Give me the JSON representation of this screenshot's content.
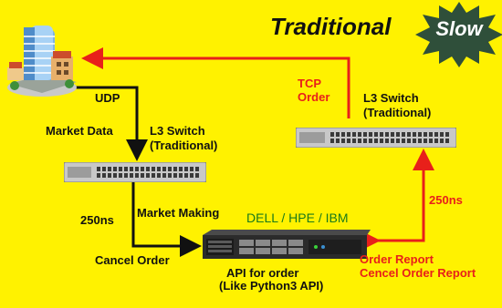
{
  "header": {
    "title": "Traditional",
    "badge": "Slow"
  },
  "labels": {
    "udp": "UDP",
    "market_data": "Market Data",
    "switch_left_line1": "L3 Switch",
    "switch_left_line2": "(Traditional)",
    "switch_right_line1": "L3 Switch",
    "switch_right_line2": "(Traditional)",
    "tcp_line1": "TCP",
    "tcp_line2": "Order",
    "latency_left": "250ns",
    "latency_right": "250ns",
    "market_making": "Market Making",
    "vendors": "DELL / HPE / IBM",
    "cancel_order": "Cancel Order",
    "api_line1": "API for order",
    "api_line2": "(Like Python3 API)",
    "report_line1": "Order Report",
    "report_line2": "Cencel Order Report"
  },
  "colors": {
    "background": "#fff200",
    "arrow_black": "#111111",
    "arrow_red": "#e8201a",
    "badge_fill": "#2f4f3a",
    "vendors_text": "#1a7a1a"
  },
  "icons": [
    "building-icon",
    "switch-icon",
    "server-icon",
    "starburst-icon"
  ]
}
